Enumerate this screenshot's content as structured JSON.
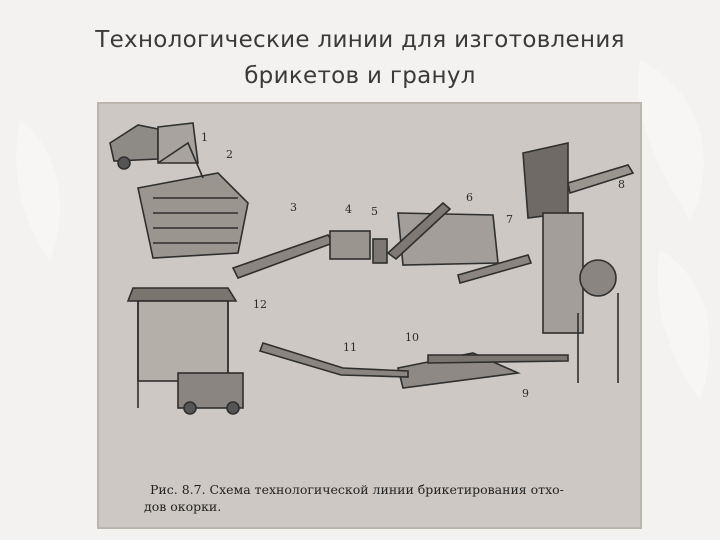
{
  "slide": {
    "title_line1": "Технологические  линии для изготовления",
    "title_line2": "брикетов и гранул"
  },
  "figure": {
    "labels": [
      "1",
      "2",
      "3",
      "4",
      "5",
      "6",
      "7",
      "8",
      "9",
      "10",
      "11",
      "12"
    ],
    "caption_line1": "Рис. 8.7. Схема технологической линии брикетирования отхо-",
    "caption_line2": "дов окорки."
  },
  "colors": {
    "background": "#f3f2f0",
    "title_text": "#3a3a3a",
    "photo_paper": "#c9c4bf",
    "ink": "#2b2b2b"
  }
}
